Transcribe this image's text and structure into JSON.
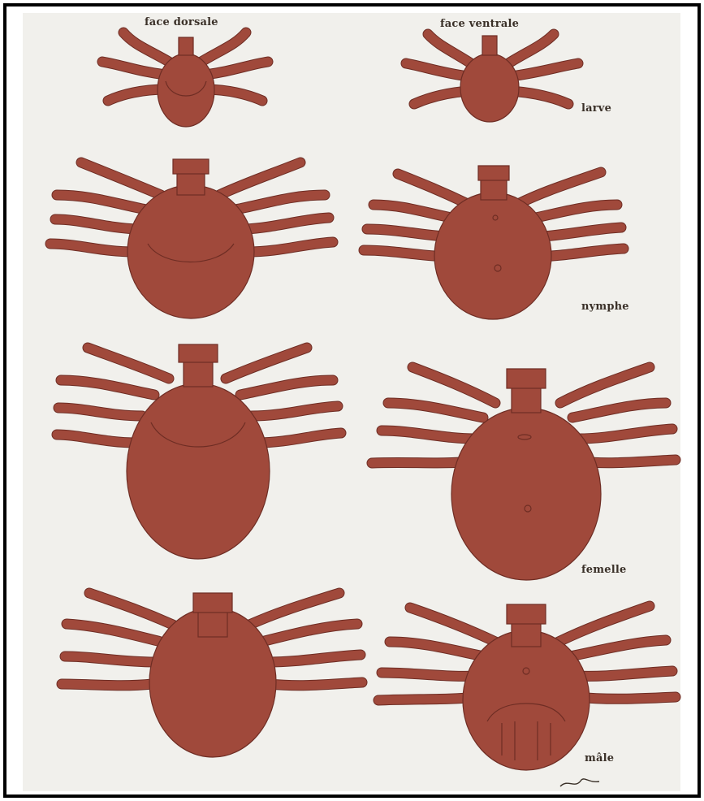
{
  "columns": {
    "dorsal": "face dorsale",
    "ventral": "face ventrale"
  },
  "stages": {
    "larve": "larve",
    "nymphe": "nymphe",
    "femelle": "femelle",
    "male": "mâle"
  },
  "colors": {
    "body": "#a0493b",
    "outline": "#6e2d24",
    "paper": "#f1f0ec",
    "ink": "#3a3028",
    "frame": "#000000"
  }
}
